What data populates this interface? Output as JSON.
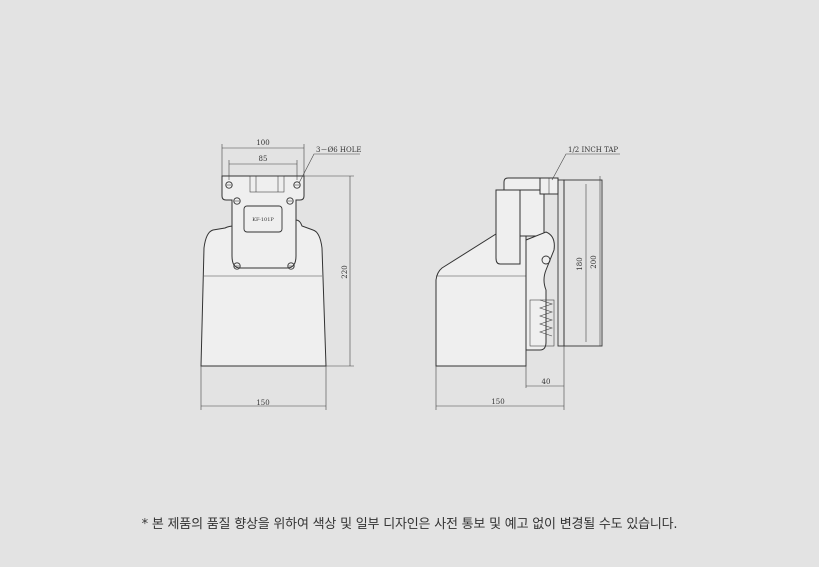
{
  "front_view": {
    "dim_width_top": "100",
    "dim_hole_spacing": "85",
    "hole_callout": "3－Ø6 HOLE",
    "model_label": "KF-101P",
    "dim_height": "220",
    "dim_width_bottom": "150"
  },
  "side_view": {
    "tap_callout": "1/2 INCH TAP",
    "dim_inner_height": "180",
    "dim_outer_height": "200",
    "dim_depth_small": "40",
    "dim_depth": "150"
  },
  "footnote": "* 본 제품의 품질 향상을 위하여 색상 및 일부 디자인은 사전 통보 및 예고 없이 변경될 수도 있습니다."
}
